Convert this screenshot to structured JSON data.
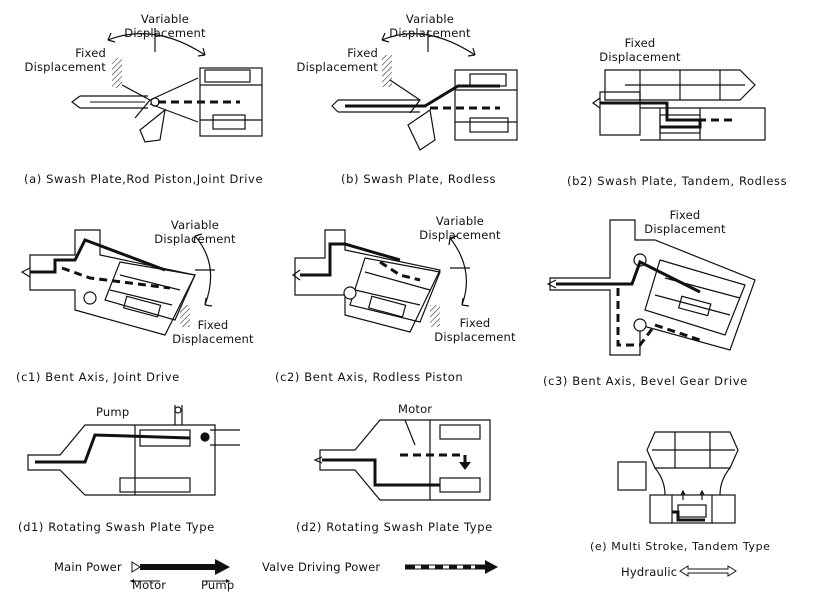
{
  "labels": {
    "variable_displacement_line1": "Variable",
    "variable_displacement_line2": "Displacement",
    "fixed_displacement_line1": "Fixed",
    "fixed_displacement_line2": "Displacement",
    "pump": "Pump",
    "motor": "Motor"
  },
  "captions": {
    "a": "(a) Swash Plate,Rod Piston,Joint Drive",
    "b": "(b) Swash Plate, Rodless",
    "b2": "(b2) Swash Plate, Tandem, Rodless",
    "c1": "(c1) Bent Axis, Joint Drive",
    "c2": "(c2) Bent Axis, Rodless Piston",
    "c3": "(c3) Bent Axis, Bevel Gear Drive",
    "d1": "(d1) Rotating Swash Plate Type",
    "d2": "(d2) Rotating Swash Plate Type",
    "e": "(e) Multi Stroke, Tandem Type"
  },
  "legend": {
    "main_power": "Main Power",
    "motor": "Motor",
    "pump": "Pump",
    "valve_driving_power": "Valve Driving Power",
    "hydraulic": "Hydraulic"
  }
}
